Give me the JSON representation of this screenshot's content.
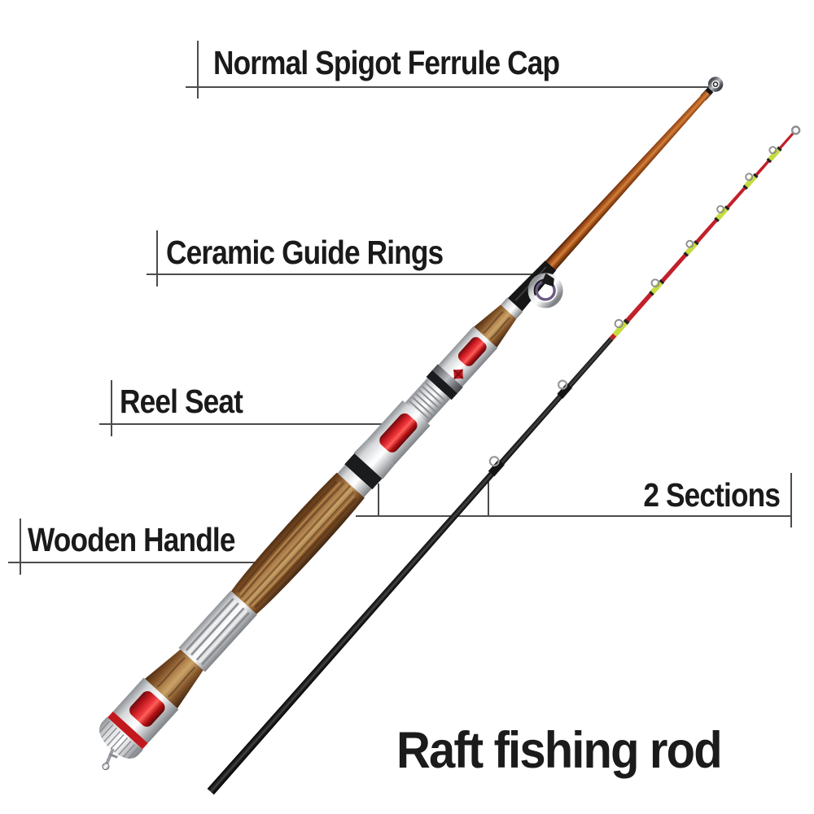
{
  "image_type": "annotated product diagram of a fishing rod, white background",
  "product_title": "Raft fishing rod",
  "callouts": {
    "ferrule_cap": "Normal Spigot Ferrule Cap",
    "guide_rings": "Ceramic Guide Rings",
    "reel_seat": "Reel Seat",
    "wooden_handle": "Wooden Handle",
    "sections": "2 Sections"
  },
  "colors": {
    "background": "#ffffff",
    "label_text": "#1a1a1a",
    "callout_line": "#4c4c4c",
    "blank_brown": "#a4511c",
    "wood": "#8a5a33",
    "metal_silver": "#d9dbdd",
    "accent_red": "#d2232a",
    "tip_red": "#c2202a",
    "tip_chartreuse": "#c6dc3f",
    "tip_black": "#1c1c1c",
    "red_ring": "#c2191f"
  }
}
